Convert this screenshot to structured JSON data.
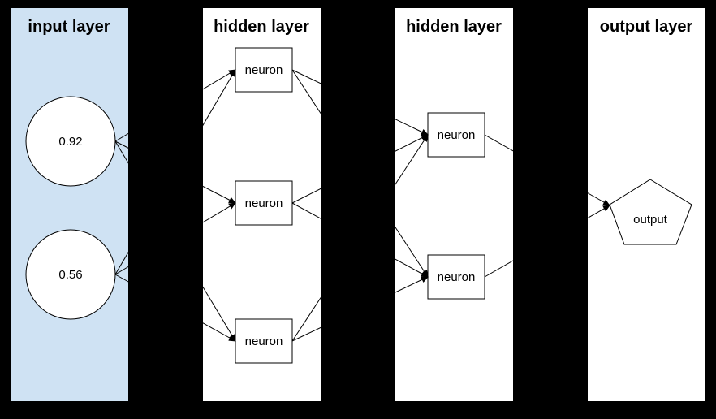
{
  "diagram": {
    "type": "neural-network",
    "colors": {
      "background": "#000000",
      "input_panel_bg": "#cfe2f3",
      "panel_bg": "#ffffff",
      "stroke": "#000000",
      "text": "#000000"
    },
    "layers": [
      {
        "title": "input layer",
        "nodes": [
          {
            "shape": "circle",
            "label": "0.92"
          },
          {
            "shape": "circle",
            "label": "0.56"
          }
        ]
      },
      {
        "title": "hidden layer",
        "nodes": [
          {
            "shape": "rect",
            "label": "neuron"
          },
          {
            "shape": "rect",
            "label": "neuron"
          },
          {
            "shape": "rect",
            "label": "neuron"
          }
        ]
      },
      {
        "title": "hidden layer",
        "nodes": [
          {
            "shape": "rect",
            "label": "neuron"
          },
          {
            "shape": "rect",
            "label": "neuron"
          }
        ]
      },
      {
        "title": "output layer",
        "nodes": [
          {
            "shape": "pentagon",
            "label": "output"
          }
        ]
      }
    ],
    "connections": [
      {
        "from": "layer0.node0",
        "to": "layer1.node0"
      },
      {
        "from": "layer0.node0",
        "to": "layer1.node1"
      },
      {
        "from": "layer0.node0",
        "to": "layer1.node2"
      },
      {
        "from": "layer0.node1",
        "to": "layer1.node0"
      },
      {
        "from": "layer0.node1",
        "to": "layer1.node1"
      },
      {
        "from": "layer0.node1",
        "to": "layer1.node2"
      },
      {
        "from": "layer1.node0",
        "to": "layer2.node0"
      },
      {
        "from": "layer1.node0",
        "to": "layer2.node1"
      },
      {
        "from": "layer1.node1",
        "to": "layer2.node0"
      },
      {
        "from": "layer1.node1",
        "to": "layer2.node1"
      },
      {
        "from": "layer1.node2",
        "to": "layer2.node0"
      },
      {
        "from": "layer1.node2",
        "to": "layer2.node1"
      },
      {
        "from": "layer2.node0",
        "to": "layer3.node0"
      },
      {
        "from": "layer2.node1",
        "to": "layer3.node0"
      }
    ]
  }
}
